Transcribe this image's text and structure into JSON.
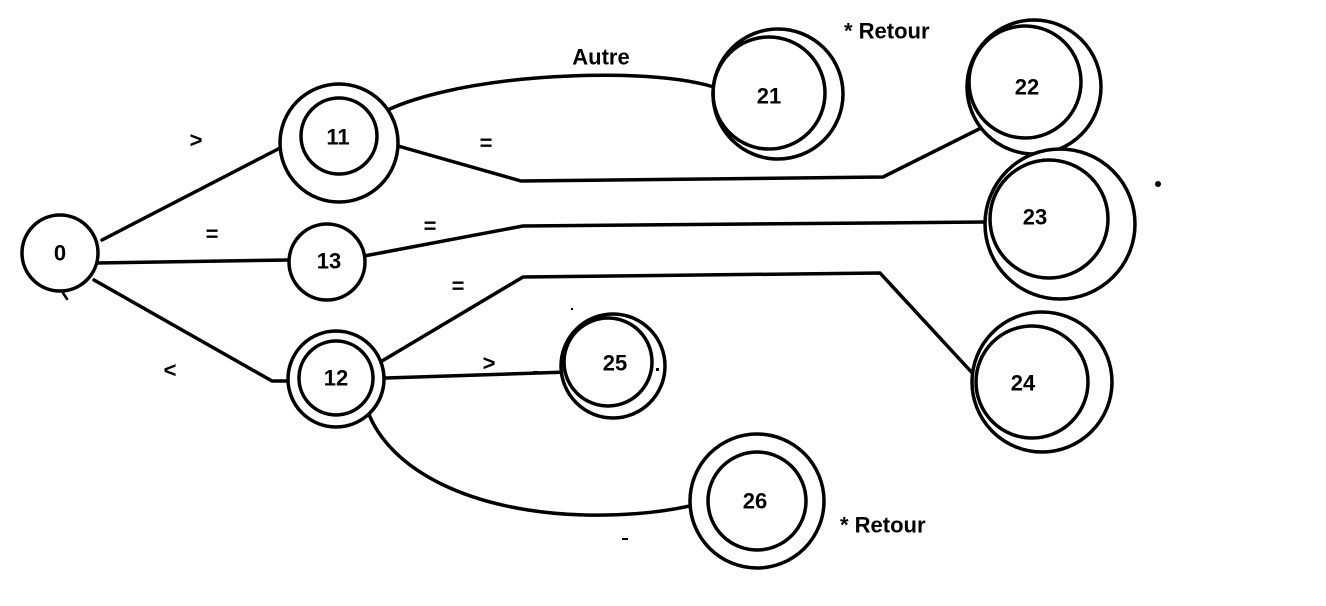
{
  "states": [
    {
      "id": "s0",
      "label": "0"
    },
    {
      "id": "s11",
      "label": "11"
    },
    {
      "id": "s13",
      "label": "13"
    },
    {
      "id": "s12",
      "label": "12"
    },
    {
      "id": "s21",
      "label": "21"
    },
    {
      "id": "s22",
      "label": "22"
    },
    {
      "id": "s23",
      "label": "23"
    },
    {
      "id": "s25",
      "label": "25"
    },
    {
      "id": "s24",
      "label": "24"
    },
    {
      "id": "s26",
      "label": "26"
    }
  ],
  "transitions": [
    {
      "from": "0",
      "to": "11",
      "label": ">"
    },
    {
      "from": "0",
      "to": "13",
      "label": "="
    },
    {
      "from": "0",
      "to": "12",
      "label": "<"
    },
    {
      "from": "11",
      "to": "21",
      "label": "Autre"
    },
    {
      "from": "11",
      "to": "22",
      "label": "="
    },
    {
      "from": "13",
      "to": "23",
      "label": "="
    },
    {
      "from": "12",
      "to": "24",
      "label": "="
    },
    {
      "from": "12",
      "to": "25",
      "label": ">"
    },
    {
      "from": "12",
      "to": "26",
      "label": ""
    }
  ],
  "notes": {
    "retour_21": "* Retour",
    "retour_26": "* Retour"
  }
}
